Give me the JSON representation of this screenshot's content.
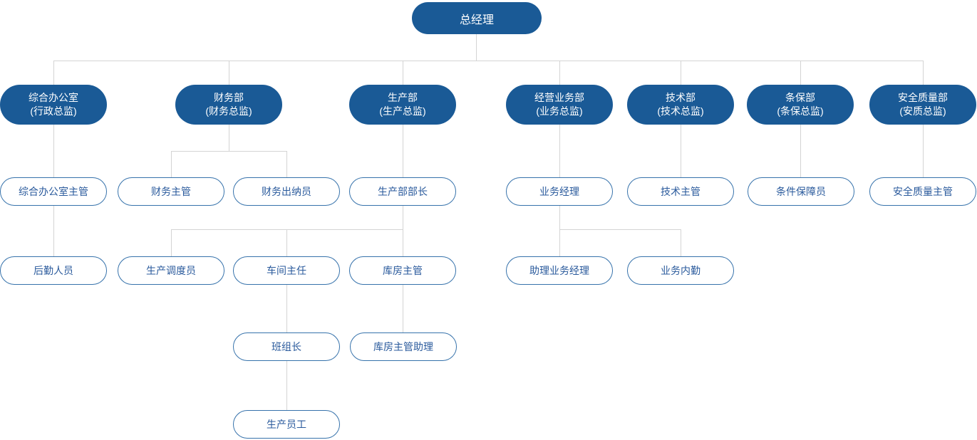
{
  "colors": {
    "node_fill": "#1a5a96",
    "node_fill_text": "#ffffff",
    "outline_border": "#3672ab",
    "outline_text": "#2a5a9c",
    "connector": "#d4d4d4",
    "background": "#ffffff"
  },
  "org": {
    "root_label": "总经理",
    "departments": [
      {
        "line1": "综合办公室",
        "line2": "(行政总监)"
      },
      {
        "line1": "财务部",
        "line2": "(财务总监)"
      },
      {
        "line1": "生产部",
        "line2": "(生产总监)"
      },
      {
        "line1": "经营业务部",
        "line2": "(业务总监)"
      },
      {
        "line1": "技术部",
        "line2": "(技术总监)"
      },
      {
        "line1": "条保部",
        "line2": "(条保总监)"
      },
      {
        "line1": "安全质量部",
        "line2": "(安质总监)"
      }
    ],
    "managers": [
      "综合办公室主管",
      "财务主管",
      "财务出纳员",
      "生产部部长",
      "业务经理",
      "技术主管",
      "条件保障员",
      "安全质量主管"
    ],
    "staff": [
      "后勤人员",
      "生产调度员",
      "车间主任",
      "库房主管",
      "助理业务经理",
      "业务内勤"
    ],
    "leads": [
      "班组长",
      "库房主管助理"
    ],
    "workers": [
      "生产员工"
    ],
    "hierarchy": {
      "总经理": [
        "综合办公室",
        "财务部",
        "生产部",
        "经营业务部",
        "技术部",
        "条保部",
        "安全质量部"
      ],
      "综合办公室": [
        "综合办公室主管"
      ],
      "财务部": [
        "财务主管",
        "财务出纳员"
      ],
      "生产部": [
        "生产部部长"
      ],
      "经营业务部": [
        "业务经理"
      ],
      "技术部": [
        "技术主管"
      ],
      "条保部": [
        "条件保障员"
      ],
      "安全质量部": [
        "安全质量主管"
      ],
      "综合办公室主管": [
        "后勤人员"
      ],
      "生产部部长": [
        "生产调度员",
        "车间主任",
        "库房主管"
      ],
      "业务经理": [
        "助理业务经理",
        "业务内勤"
      ],
      "车间主任": [
        "班组长"
      ],
      "库房主管": [
        "库房主管助理"
      ],
      "班组长": [
        "生产员工"
      ]
    }
  }
}
